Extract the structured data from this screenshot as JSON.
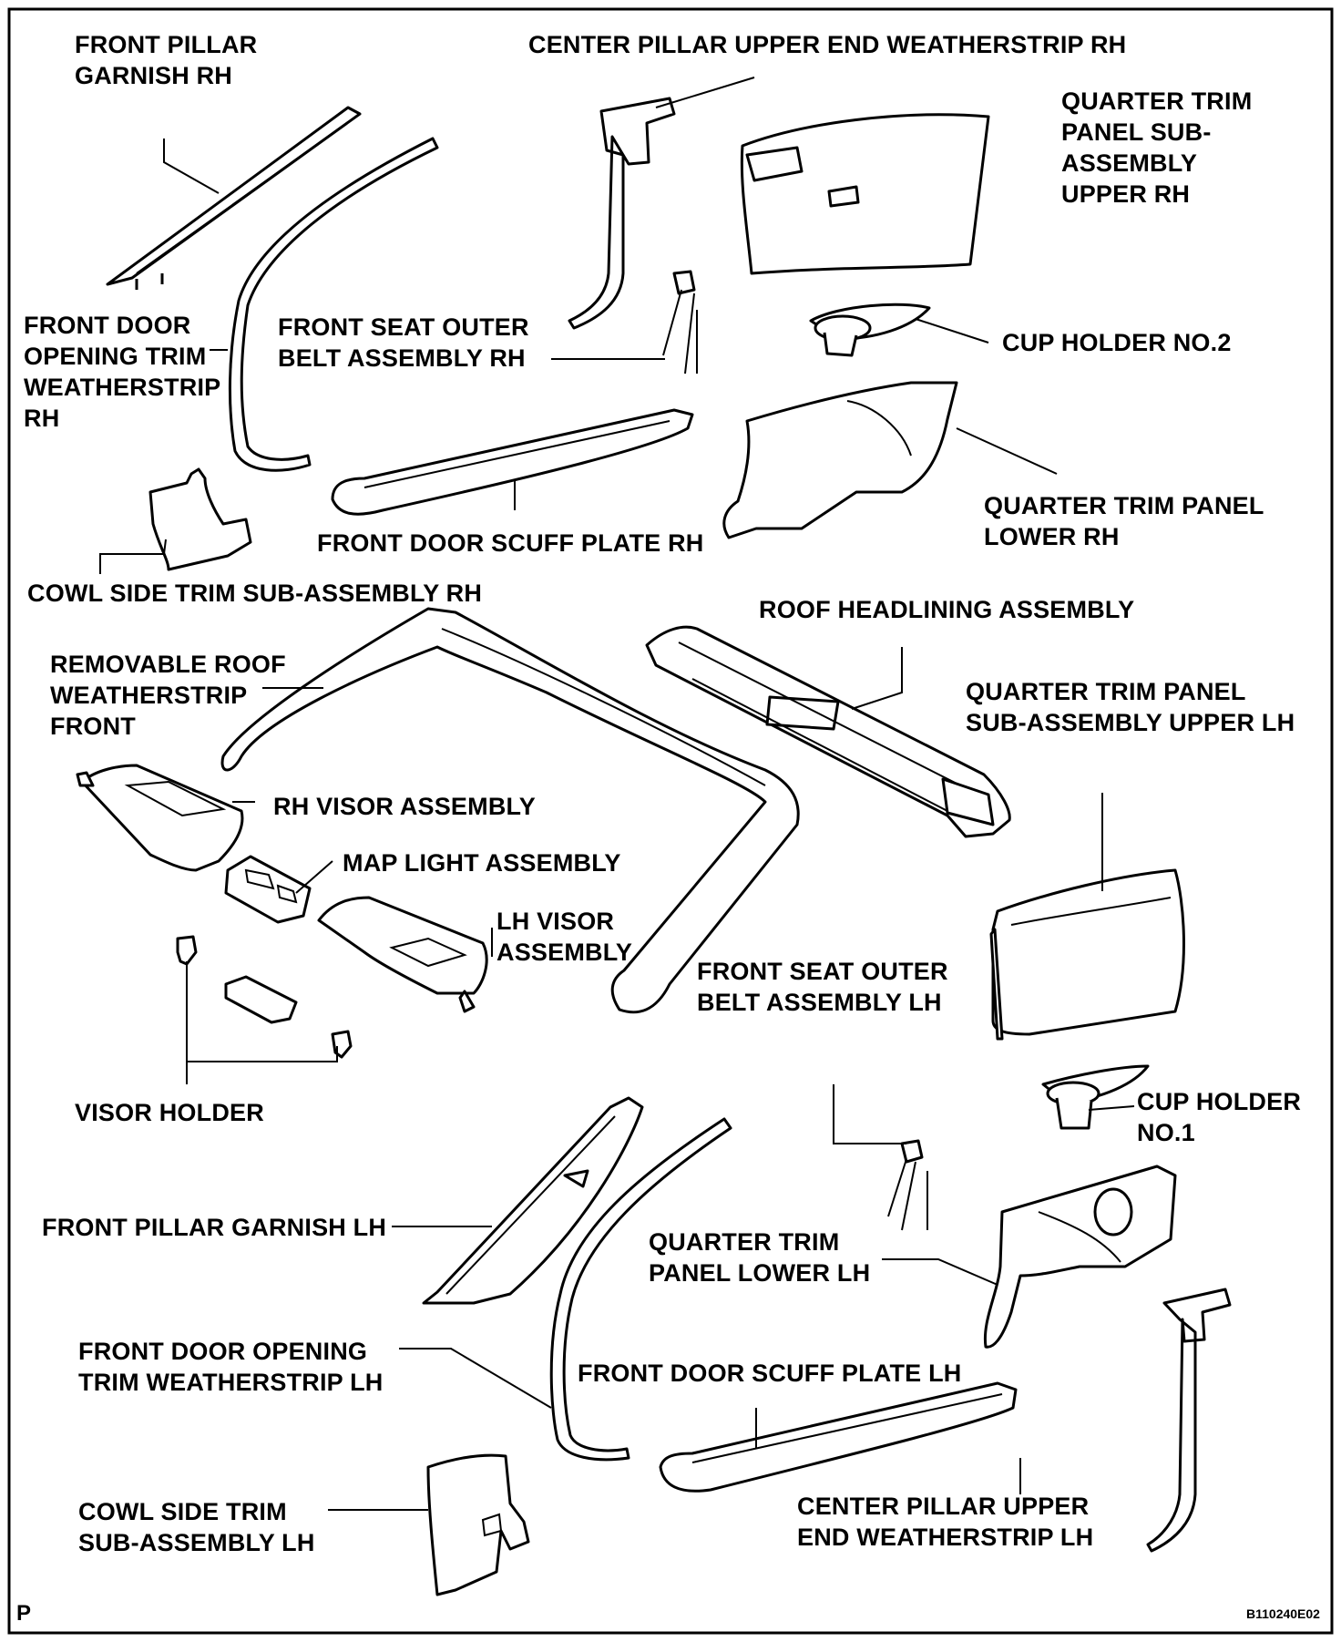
{
  "labels": {
    "front_pillar_garnish_rh": [
      "FRONT PILLAR",
      "GARNISH RH"
    ],
    "center_pillar_upper_end_weatherstrip_rh": [
      "CENTER PILLAR UPPER END WEATHERSTRIP RH"
    ],
    "quarter_trim_panel_sub_assembly_upper_rh": [
      "QUARTER TRIM",
      "PANEL SUB-",
      "ASSEMBLY",
      "UPPER RH"
    ],
    "front_door_opening_trim_weatherstrip_rh": [
      "FRONT DOOR",
      "OPENING TRIM",
      "WEATHERSTRIP",
      "RH"
    ],
    "front_seat_outer_belt_assembly_rh": [
      "FRONT SEAT OUTER",
      "BELT ASSEMBLY RH"
    ],
    "cup_holder_no2": [
      "CUP HOLDER NO.2"
    ],
    "quarter_trim_panel_lower_rh": [
      "QUARTER TRIM PANEL",
      "LOWER RH"
    ],
    "front_door_scuff_plate_rh": [
      "FRONT DOOR SCUFF PLATE RH"
    ],
    "cowl_side_trim_sub_assembly_rh": [
      "COWL SIDE TRIM SUB-ASSEMBLY RH"
    ],
    "roof_headlining_assembly": [
      "ROOF HEADLINING ASSEMBLY"
    ],
    "removable_roof_weatherstrip_front": [
      "REMOVABLE ROOF",
      "WEATHERSTRIP",
      "FRONT"
    ],
    "quarter_trim_panel_sub_assembly_upper_lh": [
      "QUARTER TRIM PANEL",
      "SUB-ASSEMBLY UPPER LH"
    ],
    "rh_visor_assembly": [
      "RH VISOR ASSEMBLY"
    ],
    "map_light_assembly": [
      "MAP LIGHT ASSEMBLY"
    ],
    "lh_visor_assembly": [
      "LH VISOR",
      "ASSEMBLY"
    ],
    "front_seat_outer_belt_assembly_lh": [
      "FRONT SEAT OUTER",
      "BELT ASSEMBLY LH"
    ],
    "visor_holder": [
      "VISOR HOLDER"
    ],
    "cup_holder_no1": [
      "CUP HOLDER",
      "NO.1"
    ],
    "front_pillar_garnish_lh": [
      "FRONT PILLAR GARNISH LH"
    ],
    "quarter_trim_panel_lower_lh": [
      "QUARTER TRIM",
      "PANEL LOWER LH"
    ],
    "front_door_opening_trim_weatherstrip_lh": [
      "FRONT DOOR OPENING",
      "TRIM WEATHERSTRIP LH"
    ],
    "front_door_scuff_plate_lh": [
      "FRONT DOOR SCUFF PLATE LH"
    ],
    "cowl_side_trim_sub_assembly_lh": [
      "COWL SIDE TRIM",
      "SUB-ASSEMBLY LH"
    ],
    "center_pillar_upper_end_weatherstrip_lh": [
      "CENTER PILLAR UPPER",
      "END WEATHERSTRIP LH"
    ]
  },
  "corner_mark": "P",
  "figure_code": "B110240E02",
  "colors": {
    "ink": "#000000",
    "paper": "#ffffff"
  }
}
